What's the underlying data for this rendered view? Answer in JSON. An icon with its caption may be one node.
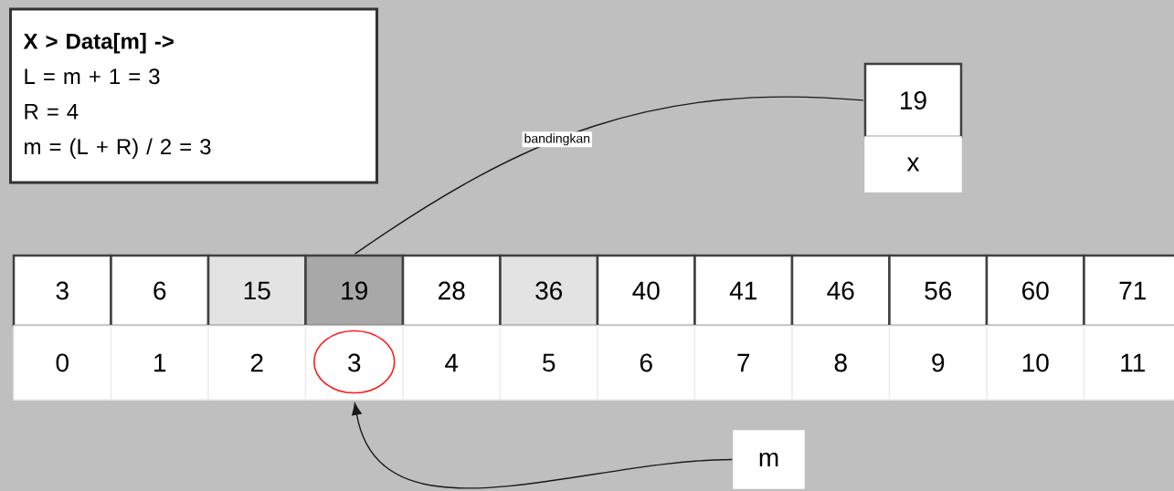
{
  "diagram": {
    "nodes": [
      {
        "text": [
          "X > Data[m] ->",
          "L = m + 1 = 3",
          "R = 4",
          "m = (L + R) / 2 = 3"
        ]
      },
      {
        "text": [
          "19"
        ]
      },
      {
        "text": [
          "x"
        ]
      },
      {
        "text": [
          "3"
        ]
      },
      {
        "text": [
          "6"
        ]
      },
      {
        "text": [
          "15"
        ]
      },
      {
        "text": [
          "19"
        ]
      },
      {
        "text": [
          "28"
        ]
      },
      {
        "text": [
          "36"
        ]
      },
      {
        "text": [
          "40"
        ]
      },
      {
        "text": [
          "41"
        ]
      },
      {
        "text": [
          "46"
        ]
      },
      {
        "text": [
          "56"
        ]
      },
      {
        "text": [
          "60"
        ]
      },
      {
        "text": [
          "71"
        ]
      },
      {
        "text": [
          "0"
        ]
      },
      {
        "text": [
          "1"
        ]
      },
      {
        "text": [
          "2"
        ]
      },
      {
        "text": [
          "3"
        ]
      },
      {
        "text": [
          "4"
        ]
      },
      {
        "text": [
          "5"
        ]
      },
      {
        "text": [
          "6"
        ]
      },
      {
        "text": [
          "7"
        ]
      },
      {
        "text": [
          "8"
        ]
      },
      {
        "text": [
          "9"
        ]
      },
      {
        "text": [
          "10"
        ]
      },
      {
        "text": [
          "11"
        ]
      },
      {
        "text": [
          "m"
        ]
      }
    ],
    "edges": [
      {
        "from": 6,
        "to": 1,
        "arrow": "none",
        "label": "bandingkan"
      },
      {
        "from": 27,
        "to": 18,
        "arrow": "to"
      }
    ]
  }
}
